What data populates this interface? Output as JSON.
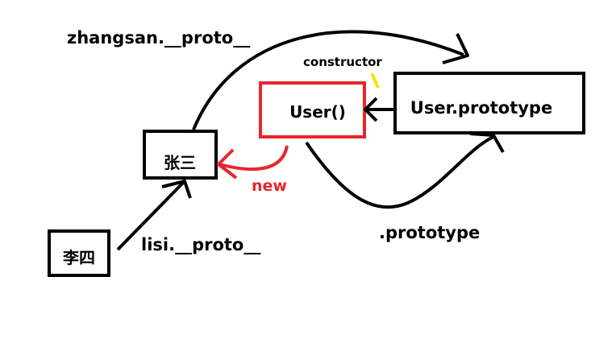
{
  "diagram": {
    "nodes": {
      "zhangsan": {
        "label": "张三"
      },
      "lisi": {
        "label": "李四"
      },
      "user": {
        "label": "User()"
      },
      "user_prototype": {
        "label": "User.prototype"
      }
    },
    "edges": {
      "zhangsan_proto": {
        "label": "zhangsan.__proto__"
      },
      "lisi_proto": {
        "label": "lisi.__proto__"
      },
      "new": {
        "label": "new"
      },
      "constructor": {
        "label": "constructor"
      },
      "prototype": {
        "label": ".prototype"
      }
    }
  },
  "colors": {
    "stroke": "#000000",
    "new_accent": "#e8252c",
    "constructor_tick": "#f5e600"
  }
}
